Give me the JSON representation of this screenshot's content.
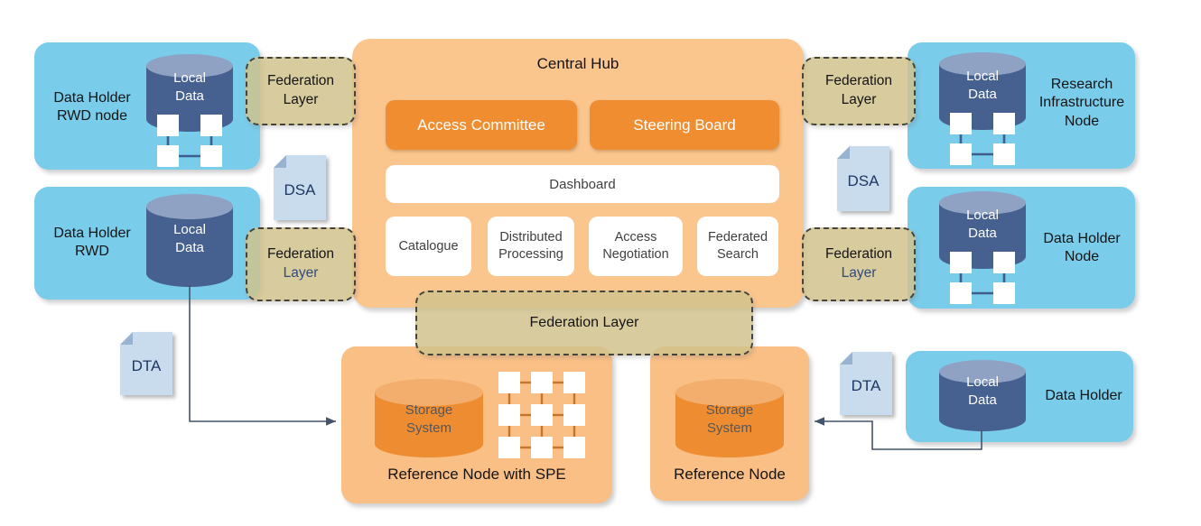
{
  "colors": {
    "node_blue": "#79CCEA",
    "hub_orange": "#FBC58E",
    "reference_orange": "#F9BF85",
    "accent_orange": "#EF8D30",
    "federation_tan": "#D0C28B",
    "database_blue": "#46618F",
    "database_blue_top": "#8FA2C3",
    "storage_orange": "#EE8C31",
    "storage_orange_top": "#F3AD6C",
    "document_blue": "#C8DCEE",
    "document_text_navy": "#1F3864",
    "connector_gray": "#44546A"
  },
  "hub": {
    "title": "Central Hub",
    "access_committee": "Access Committee",
    "steering_board": "Steering Board",
    "dashboard": "Dashboard",
    "services": [
      "Catalogue",
      "Distributed\nProcessing",
      "Access\nNegotiation",
      "Federated\nSearch"
    ]
  },
  "federation_layer": {
    "label": "Federation Layer",
    "line1": "Federation",
    "line2": "Layer"
  },
  "nodes": {
    "data_holder_rwd_node": {
      "label": "Data Holder\nRWD node"
    },
    "data_holder_rwd": {
      "label": "Data Holder\nRWD"
    },
    "research_infrastructure_node": {
      "label": "Research\nInfrastructure\nNode"
    },
    "data_holder_node": {
      "label": "Data Holder\nNode"
    },
    "data_holder": {
      "label": "Data Holder"
    },
    "reference_node_spe": {
      "label": "Reference Node with SPE"
    },
    "reference_node": {
      "label": "Reference Node"
    }
  },
  "components": {
    "local_data": "Local\nData",
    "storage_system": "Storage\nSystem"
  },
  "documents": {
    "dsa": "DSA",
    "dta": "DTA"
  }
}
